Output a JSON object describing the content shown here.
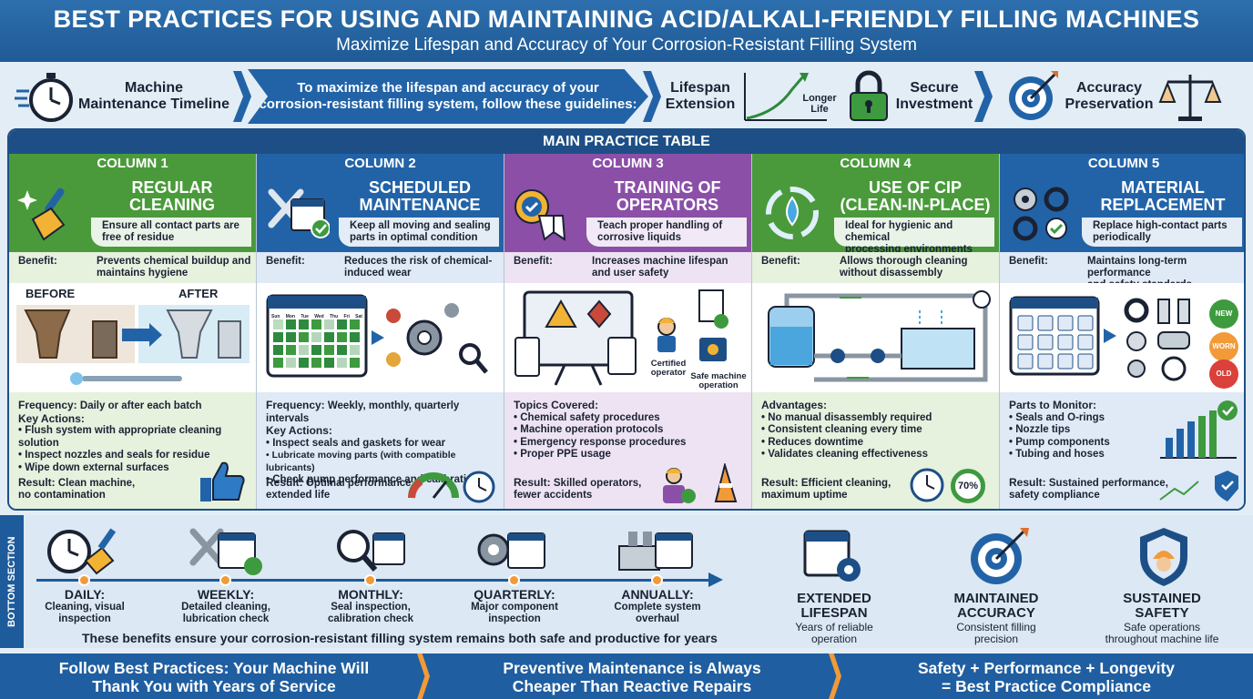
{
  "header": {
    "title": "BEST PRACTICES FOR USING AND MAINTAINING ACID/ALKALI-FRIENDLY FILLING MACHINES",
    "subtitle": "Maximize Lifespan and Accuracy of Your Corrosion-Resistant Filling System"
  },
  "strip": {
    "timeline_label": "Machine\nMaintenance Timeline",
    "intro": "To maximize the lifespan and accuracy of your\ncorrosion-resistant filling system, follow these guidelines:",
    "lifespan_label": "Lifespan\nExtension",
    "longer_life": "Longer\nLife",
    "secure_label": "Secure\nInvestment",
    "accuracy_label": "Accuracy\nPreservation"
  },
  "table": {
    "title": "MAIN PRACTICE TABLE",
    "columns": [
      {
        "header": "COLUMN 1",
        "title": "REGULAR\nCLEANING",
        "desc": "Ensure all contact parts are\nfree of residue",
        "benefit_key": "Benefit:",
        "benefit": "Prevents chemical buildup and\nmaintains hygiene",
        "before": "BEFORE",
        "after": "AFTER",
        "freq_key": "Frequency:",
        "freq": "Daily or after each batch",
        "list_title": "Key Actions:",
        "items": [
          "Flush system with appropriate cleaning solution",
          "Inspect nozzles and seals for residue",
          "Wipe down external surfaces"
        ],
        "result_key": "Result:",
        "result": "Clean machine,\nno contamination",
        "color": "#4a9a3b"
      },
      {
        "header": "COLUMN 2",
        "title": "SCHEDULED\nMAINTENANCE",
        "desc": "Keep all moving and sealing\nparts in optimal condition",
        "benefit_key": "Benefit:",
        "benefit": "Reduces the risk of chemical-\ninduced wear",
        "days": [
          "Sun",
          "Mon",
          "Tue",
          "Wed",
          "Thu",
          "Fri",
          "Sat"
        ],
        "freq_key": "Frequency:",
        "freq": "Weekly, monthly, quarterly intervals",
        "list_title": "Key Actions:",
        "items": [
          "Inspect seals and gaskets for wear",
          "Lubricate moving parts (with compatible lubricants)",
          "Check pump performance and calibration"
        ],
        "result_key": "Result:",
        "result": "Optimal performance,\nextended life",
        "color": "#2263a8"
      },
      {
        "header": "COLUMN 3",
        "title": "TRAINING OF\nOPERATORS",
        "desc": "Teach proper handling of\ncorrosive liquids",
        "benefit_key": "Benefit:",
        "benefit": "Increases machine lifespan\nand user safety",
        "certified": "Certified\noperator",
        "safe_op": "Safe machine\noperation",
        "list_title": "Topics Covered:",
        "items": [
          "Chemical safety procedures",
          "Machine operation protocols",
          "Emergency response procedures",
          "Proper PPE usage"
        ],
        "result_key": "Result:",
        "result": "Skilled operators,\nfewer accidents",
        "color": "#8b4fa8"
      },
      {
        "header": "COLUMN 4",
        "title": "USE OF CIP\n(CLEAN-IN-PLACE)",
        "desc": "Ideal for hygienic and chemical\nprocessing environments",
        "benefit_key": "Benefit:",
        "benefit": "Allows thorough cleaning\nwithout disassembly",
        "list_title": "Advantages:",
        "items": [
          "No manual disassembly required",
          "Consistent cleaning every time",
          "Reduces downtime",
          "Validates cleaning effectiveness"
        ],
        "result_key": "Result:",
        "result": "Efficient cleaning,\nmaximum uptime",
        "gauge": "70%",
        "color": "#4a9a3b"
      },
      {
        "header": "COLUMN 5",
        "title": "MATERIAL\nREPLACEMENT",
        "desc": "Replace high-contact parts\nperiodically",
        "benefit_key": "Benefit:",
        "benefit": "Maintains long-term performance\nand safety standards",
        "badges": [
          "NEW",
          "WORN",
          "OLD"
        ],
        "list_title": "Parts to Monitor:",
        "items": [
          "Seals and O-rings",
          "Nozzle tips",
          "Pump components",
          "Tubing and hoses"
        ],
        "result_key": "Result:",
        "result": "Sustained performance,\nsafety compliance",
        "color": "#2263a8"
      }
    ]
  },
  "bottom": {
    "side_label": "BOTTOM SECTION",
    "timeline": [
      {
        "period": "DAILY:",
        "desc": "Cleaning, visual\ninspection"
      },
      {
        "period": "WEEKLY:",
        "desc": "Detailed cleaning,\nlubrication check"
      },
      {
        "period": "MONTHLY:",
        "desc": "Seal inspection,\ncalibration check"
      },
      {
        "period": "QUARTERLY:",
        "desc": "Major component\ninspection"
      },
      {
        "period": "ANNUALLY:",
        "desc": "Complete system\noverhaul"
      }
    ],
    "note": "These benefits ensure your corrosion-resistant filling system remains both safe and productive for years",
    "benefits": [
      {
        "title": "EXTENDED\nLIFESPAN",
        "sub": "Years of reliable\noperation"
      },
      {
        "title": "MAINTAINED\nACCURACY",
        "sub": "Consistent filling\nprecision"
      },
      {
        "title": "SUSTAINED\nSAFETY",
        "sub": "Safe operations\nthroughout machine life"
      }
    ]
  },
  "footer": [
    "Follow Best Practices: Your Machine Will\nThank You with Years of Service",
    "Preventive Maintenance is Always\nCheaper Than Reactive Repairs",
    "Safety + Performance + Longevity\n= Best Practice Compliance"
  ],
  "colors": {
    "navy": "#1d4f86",
    "blue": "#2263a8",
    "green": "#4a9a3b",
    "purple": "#8b4fa8",
    "orange": "#f29a38"
  }
}
